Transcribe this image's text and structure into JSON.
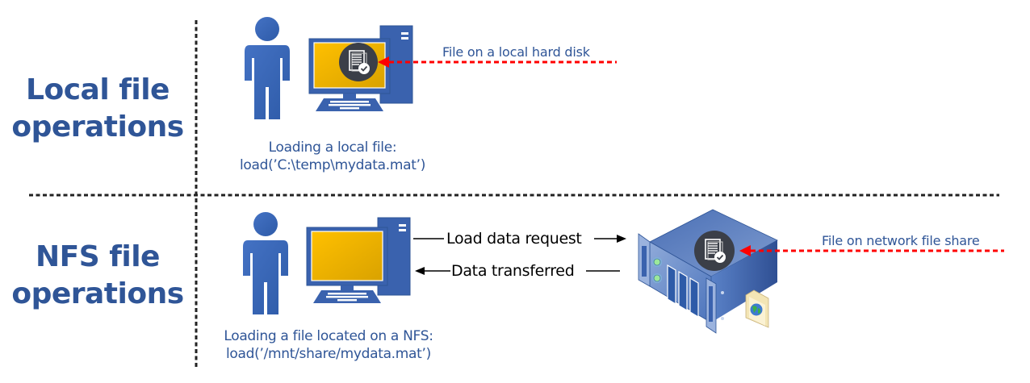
{
  "sections": {
    "local": {
      "title_line1": "Local file",
      "title_line2": "operations",
      "caption_line1": "Loading a local file:",
      "caption_line2": "load(’C:\\temp\\mydata.mat’)",
      "file_annotation": "File on a local hard disk"
    },
    "nfs": {
      "title_line1": "NFS file",
      "title_line2": "operations",
      "caption_line1": "Loading a file located on a NFS:",
      "caption_line2": "load(’/mnt/share/mydata.mat’)",
      "request_label": "Load data request",
      "response_label": "Data transferred",
      "file_annotation": "File on network file share"
    }
  },
  "icons": {
    "user": "user-icon",
    "computer": "desktop-computer-icon",
    "file": "document-check-icon",
    "server": "network-file-server-icon",
    "globe_folder": "network-folder-icon"
  },
  "colors": {
    "title_blue": "#2F5597",
    "icon_blue": "#3A62AE",
    "screen_gold": "#E8B000",
    "annotation_arrow": "#FF0000",
    "divider": "#222222"
  }
}
